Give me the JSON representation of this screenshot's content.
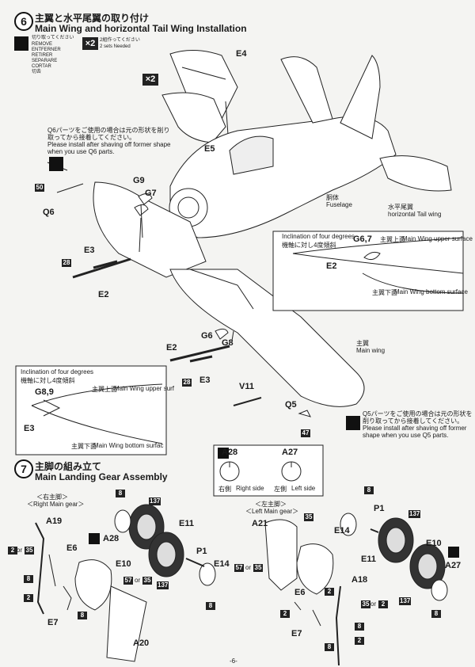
{
  "step6": {
    "number": "6",
    "title_jp": "主翼と水平尾翼の取り付け",
    "title_en": "Main Wing and horizontal Tail Wing Installation",
    "remove_jp": "切り取ってください",
    "remove_langs": [
      "REMOVE",
      "ENTFERNER",
      "RETIRER",
      "SEPARARE",
      "CORTAR",
      "切去"
    ],
    "make2_jp": "2組作ってください",
    "make2_en": "2 sets Needed",
    "x2": "×2",
    "q6_note_jp": "Q6パーツをご使用の場合は元の形状を削り取ってから接着してください。",
    "q6_note_en": "Please install after shaving off former shape when you use Q6 parts.",
    "q5_note_jp": "Q5パーツをご使用の場合は元の形状を削り取ってから接着してください。",
    "q5_note_en": "Please install after shaving off former shape when you use Q5 parts.",
    "incl_en": "Inclination of four degrees",
    "incl_jp": "機軸に対し4度傾斜",
    "upper_jp": "主翼上面",
    "upper_en": "Main Wing upper surface",
    "upper_en_cut": "Main Wing upper surf",
    "bottom_jp": "主翼下面",
    "bottom_en": "Main Wing bottom surface",
    "bottom_en_cut": "Main Wing bottom surfac",
    "fuselage_jp": "胴体",
    "fuselage_en": "Fuselage",
    "htail_jp": "水平尾翼",
    "htail_en": "horizontal Tail wing",
    "mainwing_jp": "主翼",
    "mainwing_en": "Main wing",
    "parts": {
      "E4": "E4",
      "E5": "E5",
      "G9": "G9",
      "G7": "G7",
      "Q6": "Q6",
      "E3": "E3",
      "E2": "E2",
      "G6": "G6",
      "G8": "G8",
      "V11": "V11",
      "Q5": "Q5",
      "G67": "G6,7",
      "G89": "G8,9"
    },
    "callouts": {
      "c50": "50",
      "c28": "28",
      "c47": "47"
    }
  },
  "step7": {
    "number": "7",
    "title_jp": "主脚の組み立て",
    "title_en": "Main Landing Gear Assembly",
    "right_jp": "＜右主脚＞",
    "right_en": "＜Right Main gear＞",
    "left_jp": "＜左主脚＞",
    "left_en": "＜Left Main gear＞",
    "side_a28": "A28",
    "side_a27": "A27",
    "right_side_jp": "右側",
    "right_side_en": "Right side",
    "left_side_jp": "左側",
    "left_side_en": "Left side",
    "parts": {
      "A19": "A19",
      "E6": "E6",
      "E7": "E7",
      "A20": "A20",
      "A28": "A28",
      "E10": "E10",
      "E11": "E11",
      "P1": "P1",
      "E14": "E14",
      "A21": "A21",
      "A18": "A18",
      "A27": "A27"
    },
    "callouts": {
      "c8": "8",
      "c137": "137",
      "c2": "2",
      "c35": "35",
      "c57": "57",
      "or": "or"
    }
  },
  "page_number": "-6-"
}
